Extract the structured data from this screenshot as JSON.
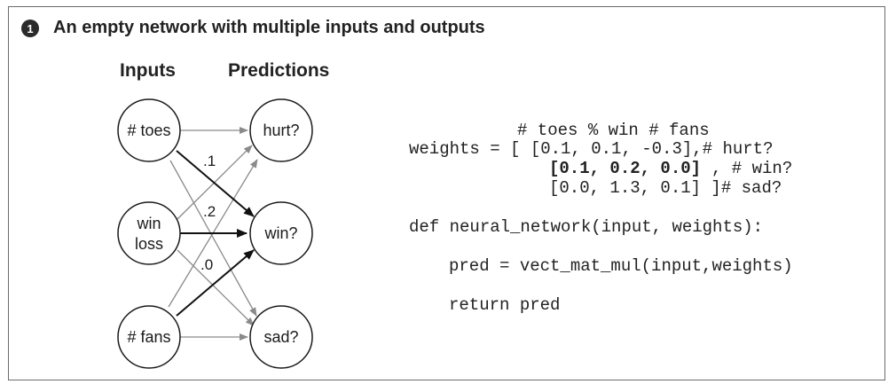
{
  "figure": {
    "step_marker": "1",
    "caption": "An empty network with multiple inputs and outputs"
  },
  "network": {
    "inputs_header": "Inputs",
    "predictions_header": "Predictions",
    "inputs": [
      {
        "id": "toes",
        "lines": [
          "# toes"
        ]
      },
      {
        "id": "wl",
        "lines": [
          "win",
          "loss"
        ]
      },
      {
        "id": "fans",
        "lines": [
          "# fans"
        ]
      }
    ],
    "outputs": [
      {
        "id": "hurt",
        "lines": [
          "hurt?"
        ]
      },
      {
        "id": "win",
        "lines": [
          "win?"
        ]
      },
      {
        "id": "sad",
        "lines": [
          "sad?"
        ]
      }
    ],
    "edge_labels": [
      ".1",
      ".2",
      ".0"
    ]
  },
  "code": {
    "comment_line": "# toes % win # fans",
    "weights_line1": "weights = [ [0.1, 0.1, -0.3],# hurt?",
    "weights_line2": "[0.1, 0.2, 0.0]",
    "weights_line2_comment": ", # win?",
    "weights_line3": "[0.0, 1.3, 0.1] ]# sad?",
    "def_line": "def neural_network(input, weights):",
    "pred_line": "pred = vect_mat_mul(input,weights)",
    "return_line": "return pred"
  }
}
